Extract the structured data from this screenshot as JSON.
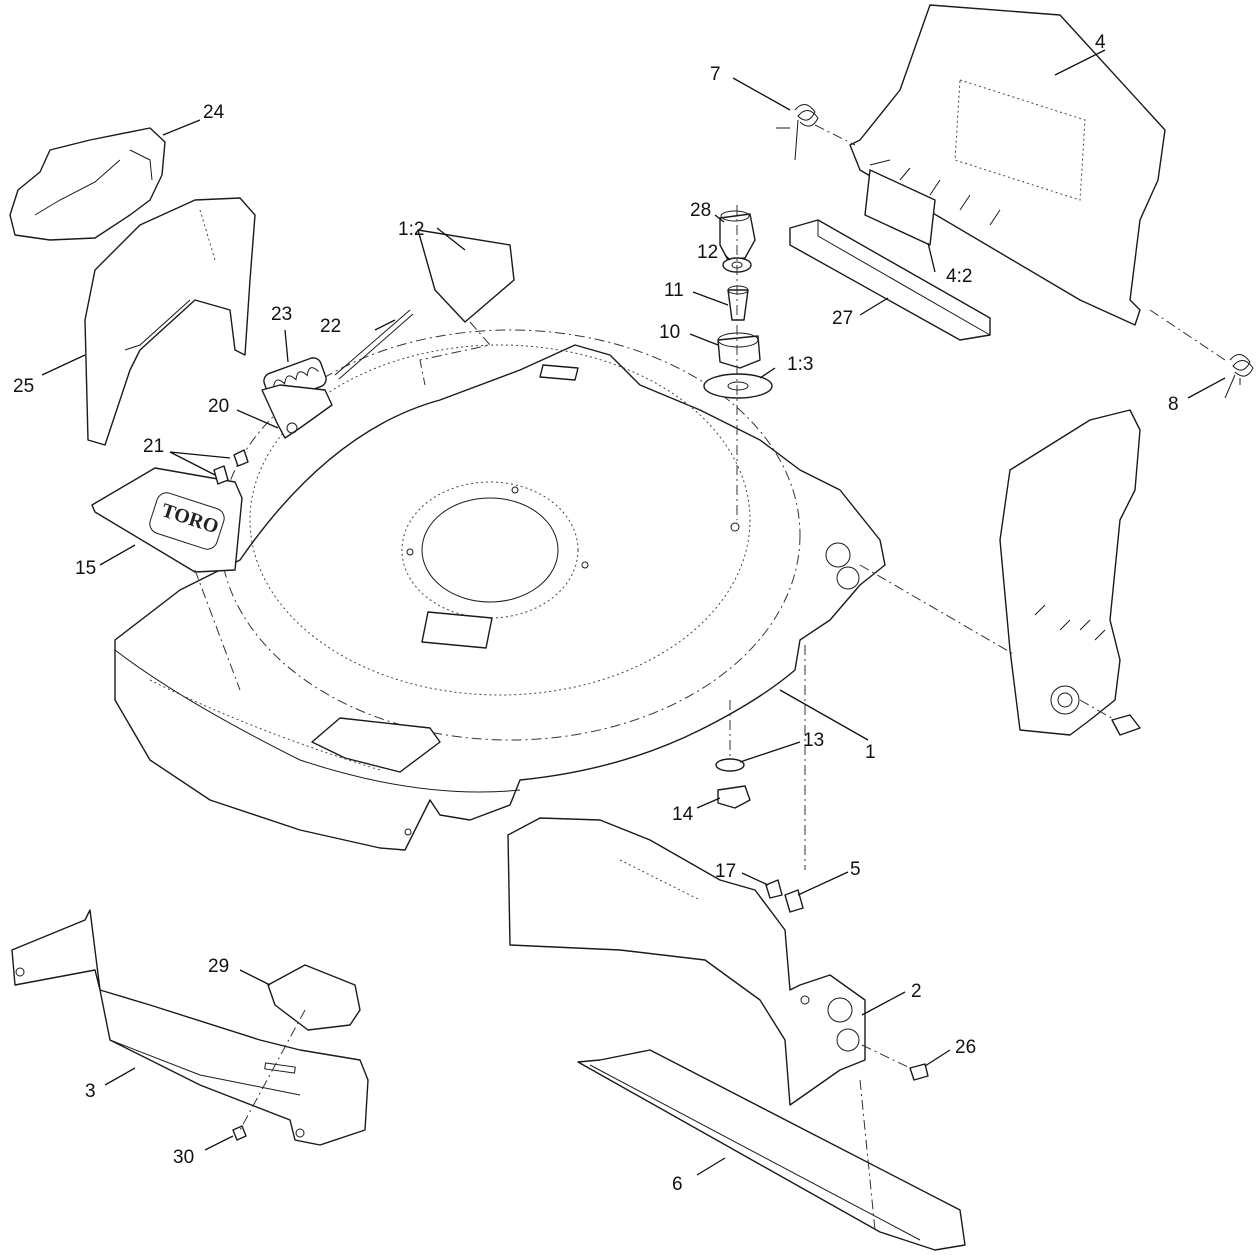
{
  "diagram": {
    "logo_text": "TORO",
    "callouts": [
      {
        "id": "c1",
        "text": "1"
      },
      {
        "id": "c1_2",
        "text": "1:2"
      },
      {
        "id": "c1_3",
        "text": "1:3"
      },
      {
        "id": "c2",
        "text": "2"
      },
      {
        "id": "c3",
        "text": "3"
      },
      {
        "id": "c4",
        "text": "4"
      },
      {
        "id": "c4_2",
        "text": "4:2"
      },
      {
        "id": "c5",
        "text": "5"
      },
      {
        "id": "c6",
        "text": "6"
      },
      {
        "id": "c7",
        "text": "7"
      },
      {
        "id": "c8",
        "text": "8"
      },
      {
        "id": "c10",
        "text": "10"
      },
      {
        "id": "c11",
        "text": "11"
      },
      {
        "id": "c12",
        "text": "12"
      },
      {
        "id": "c13",
        "text": "13"
      },
      {
        "id": "c14",
        "text": "14"
      },
      {
        "id": "c15",
        "text": "15"
      },
      {
        "id": "c17",
        "text": "17"
      },
      {
        "id": "c20",
        "text": "20"
      },
      {
        "id": "c21",
        "text": "21"
      },
      {
        "id": "c22",
        "text": "22"
      },
      {
        "id": "c23",
        "text": "23"
      },
      {
        "id": "c24",
        "text": "24"
      },
      {
        "id": "c25",
        "text": "25"
      },
      {
        "id": "c26",
        "text": "26"
      },
      {
        "id": "c27",
        "text": "27"
      },
      {
        "id": "c28",
        "text": "28"
      },
      {
        "id": "c29",
        "text": "29"
      },
      {
        "id": "c30",
        "text": "30"
      }
    ]
  }
}
